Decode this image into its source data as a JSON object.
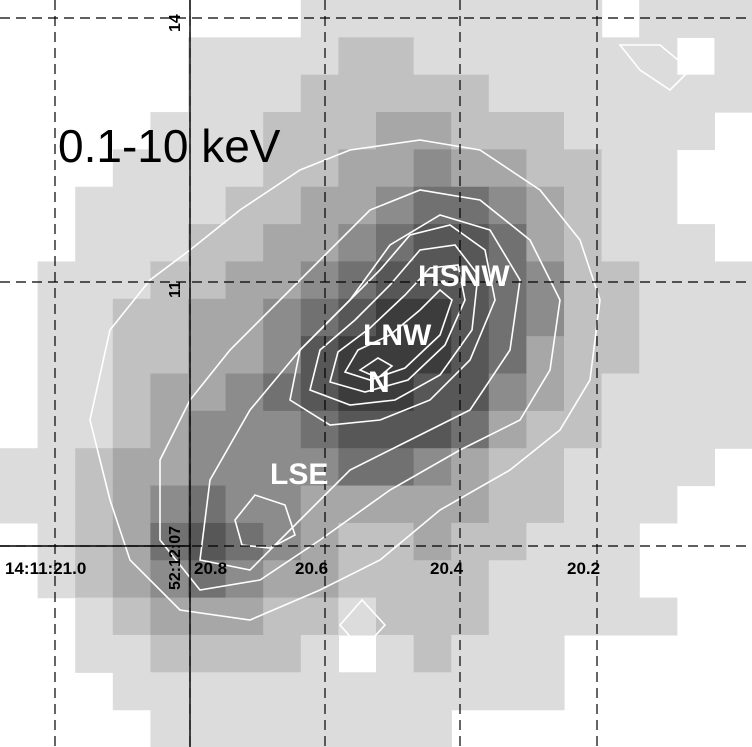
{
  "chart_data": {
    "type": "heatmap",
    "title": "0.1-10 keV",
    "xlabel": "",
    "ylabel": "",
    "x_ticks": [
      "14:11:21.0",
      "20.8",
      "20.6",
      "20.4",
      "20.2"
    ],
    "y_ticks": [
      "52:12:07",
      "11",
      "14"
    ],
    "grid": true,
    "grid_style": "dashed",
    "color_scale": {
      "min_color": "#dcdcdc",
      "max_color": "#3c3c3c",
      "levels": 8,
      "contour_color": "#ffffff"
    },
    "regions": [
      {
        "label": "HSNW"
      },
      {
        "label": "LNW"
      },
      {
        "label": "N"
      },
      {
        "label": "LSE"
      }
    ],
    "intensity_grid": {
      "rows": 20,
      "cols": 20,
      "values": [
        [
          0,
          0,
          0,
          0,
          0,
          0,
          0,
          0,
          1,
          1,
          1,
          1,
          1,
          1,
          1,
          1,
          0,
          1,
          1,
          1
        ],
        [
          0,
          0,
          0,
          0,
          0,
          1,
          1,
          1,
          1,
          2,
          2,
          1,
          1,
          1,
          1,
          1,
          1,
          1,
          0,
          1
        ],
        [
          0,
          0,
          0,
          0,
          0,
          1,
          1,
          1,
          2,
          2,
          2,
          2,
          2,
          1,
          1,
          1,
          1,
          1,
          1,
          1
        ],
        [
          0,
          0,
          0,
          0,
          1,
          1,
          1,
          2,
          2,
          2,
          3,
          3,
          2,
          2,
          2,
          1,
          1,
          1,
          1,
          0
        ],
        [
          0,
          0,
          0,
          1,
          1,
          1,
          1,
          2,
          2,
          3,
          3,
          4,
          3,
          3,
          2,
          2,
          1,
          1,
          0,
          0
        ],
        [
          0,
          0,
          1,
          1,
          1,
          1,
          2,
          2,
          3,
          3,
          4,
          5,
          5,
          4,
          3,
          2,
          1,
          1,
          0,
          0
        ],
        [
          0,
          0,
          1,
          1,
          1,
          2,
          2,
          3,
          3,
          4,
          5,
          6,
          6,
          5,
          3,
          2,
          1,
          1,
          1,
          0
        ],
        [
          0,
          1,
          1,
          1,
          2,
          2,
          3,
          3,
          4,
          5,
          6,
          6,
          6,
          5,
          4,
          2,
          2,
          1,
          1,
          1
        ],
        [
          0,
          1,
          1,
          2,
          2,
          3,
          3,
          4,
          5,
          6,
          7,
          7,
          6,
          5,
          4,
          2,
          2,
          1,
          1,
          1
        ],
        [
          0,
          1,
          1,
          2,
          2,
          3,
          3,
          4,
          6,
          7,
          7,
          7,
          6,
          5,
          3,
          2,
          2,
          1,
          1,
          1
        ],
        [
          0,
          1,
          1,
          2,
          3,
          3,
          4,
          5,
          6,
          7,
          7,
          6,
          6,
          4,
          3,
          2,
          1,
          1,
          1,
          1
        ],
        [
          0,
          1,
          1,
          2,
          3,
          4,
          4,
          4,
          5,
          6,
          6,
          6,
          5,
          3,
          2,
          2,
          1,
          1,
          1,
          1
        ],
        [
          1,
          1,
          2,
          3,
          3,
          4,
          4,
          4,
          4,
          5,
          5,
          4,
          3,
          2,
          2,
          1,
          1,
          1,
          1,
          0
        ],
        [
          1,
          1,
          2,
          3,
          4,
          5,
          4,
          4,
          3,
          3,
          3,
          3,
          3,
          2,
          2,
          1,
          1,
          1,
          0,
          0
        ],
        [
          0,
          1,
          2,
          3,
          5,
          6,
          5,
          4,
          3,
          2,
          2,
          3,
          2,
          2,
          1,
          1,
          1,
          0,
          0,
          0
        ],
        [
          0,
          1,
          2,
          3,
          4,
          5,
          4,
          3,
          3,
          2,
          2,
          2,
          2,
          1,
          1,
          1,
          1,
          0,
          0,
          0
        ],
        [
          0,
          0,
          1,
          2,
          3,
          3,
          3,
          2,
          2,
          1,
          2,
          2,
          2,
          1,
          1,
          1,
          1,
          1,
          0,
          0
        ],
        [
          0,
          0,
          1,
          1,
          2,
          2,
          2,
          2,
          1,
          0,
          1,
          2,
          1,
          1,
          1,
          0,
          0,
          0,
          0,
          0
        ],
        [
          0,
          0,
          0,
          1,
          1,
          1,
          1,
          1,
          1,
          1,
          1,
          1,
          1,
          1,
          1,
          0,
          0,
          0,
          0,
          0
        ],
        [
          0,
          0,
          0,
          0,
          1,
          1,
          1,
          1,
          1,
          1,
          1,
          1,
          0,
          0,
          0,
          0,
          0,
          0,
          0,
          0
        ]
      ]
    }
  }
}
